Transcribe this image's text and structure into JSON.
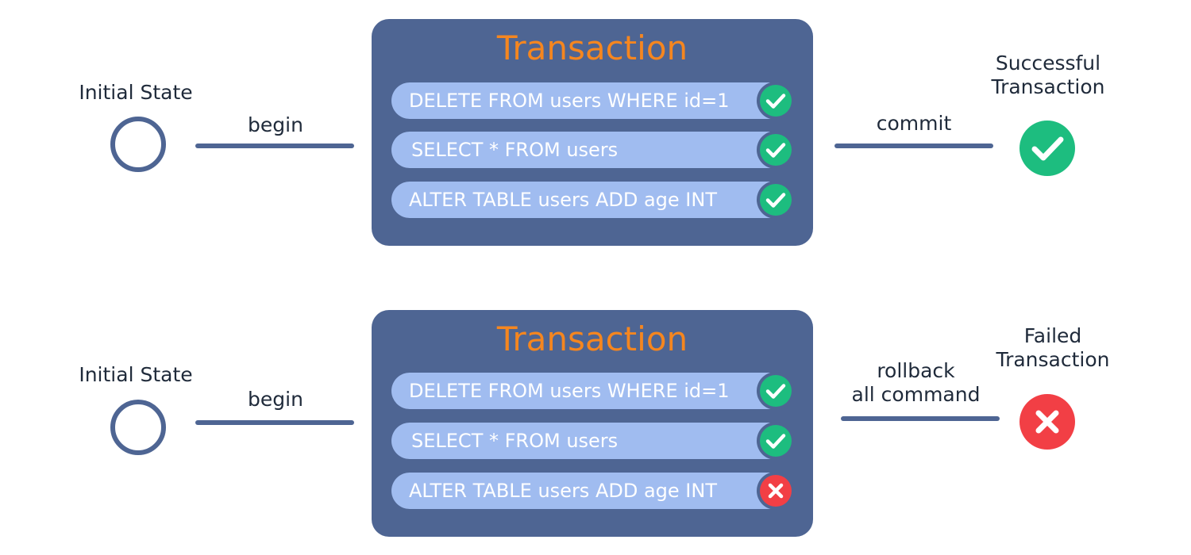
{
  "flows": [
    {
      "initial_label": "Initial State",
      "begin_label": "begin",
      "transaction": {
        "title": "Transaction",
        "commands": [
          {
            "text": "DELETE FROM users WHERE id=1",
            "status": "success"
          },
          {
            "text": "SELECT * FROM users",
            "status": "success"
          },
          {
            "text": "ALTER TABLE users ADD age INT",
            "status": "success"
          }
        ]
      },
      "exit_label_line1": "commit",
      "result_label_line1": "Successful",
      "result_label_line2": "Transaction",
      "result_status": "success"
    },
    {
      "initial_label": "Initial State",
      "begin_label": "begin",
      "transaction": {
        "title": "Transaction",
        "commands": [
          {
            "text": "DELETE FROM users WHERE id=1",
            "status": "success"
          },
          {
            "text": "SELECT * FROM users",
            "status": "success"
          },
          {
            "text": "ALTER TABLE users ADD age INT",
            "status": "failure"
          }
        ]
      },
      "exit_label_line1": "rollback",
      "exit_label_line2": "all command",
      "result_label_line1": "Failed",
      "result_label_line2": "Transaction",
      "result_status": "failure"
    }
  ],
  "colors": {
    "box": "#4e6593",
    "title": "#f5861f",
    "command_bg": "#a0bcf0",
    "success": "#1dbd7f",
    "failure": "#f23f45"
  },
  "icons": {
    "success": "check-icon",
    "failure": "cross-icon"
  }
}
